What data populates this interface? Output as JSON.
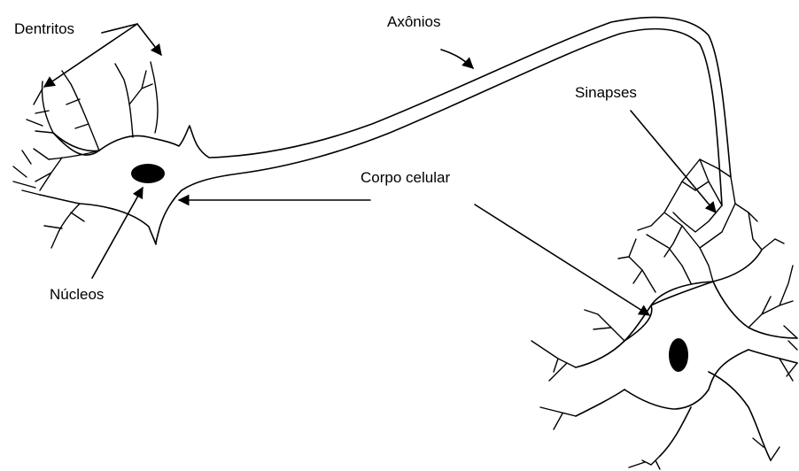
{
  "labels": {
    "dendrites": "Dentritos",
    "axon": "Axônios",
    "synapses": "Sinapses",
    "cell_body": "Corpo celular",
    "nucleus": "Núcleos"
  },
  "colors": {
    "ink": "#000000",
    "background": "#ffffff"
  }
}
